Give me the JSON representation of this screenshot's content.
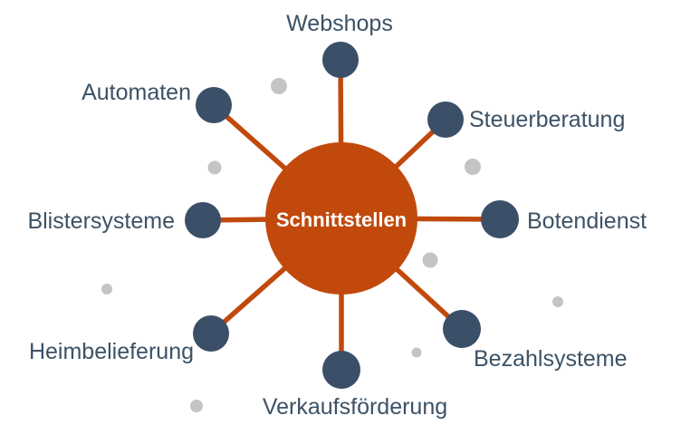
{
  "diagram": {
    "title": "Schnittstellen hub-and-spoke diagram",
    "center": {
      "label": "Schnittstellen"
    },
    "nodes": [
      {
        "label": "Webshops"
      },
      {
        "label": "Steuerberatung"
      },
      {
        "label": "Botendienst"
      },
      {
        "label": "Bezahlsysteme"
      },
      {
        "label": "Verkaufsförderung"
      },
      {
        "label": "Heimbelieferung"
      },
      {
        "label": "Blistersysteme"
      },
      {
        "label": "Automaten"
      }
    ],
    "colors": {
      "hub": "#C1490C",
      "spoke": "#C1490C",
      "node": "#3B4F68",
      "label": "#3C5266",
      "dot": "#C4C4C4",
      "background": "#FFFFFF"
    }
  }
}
